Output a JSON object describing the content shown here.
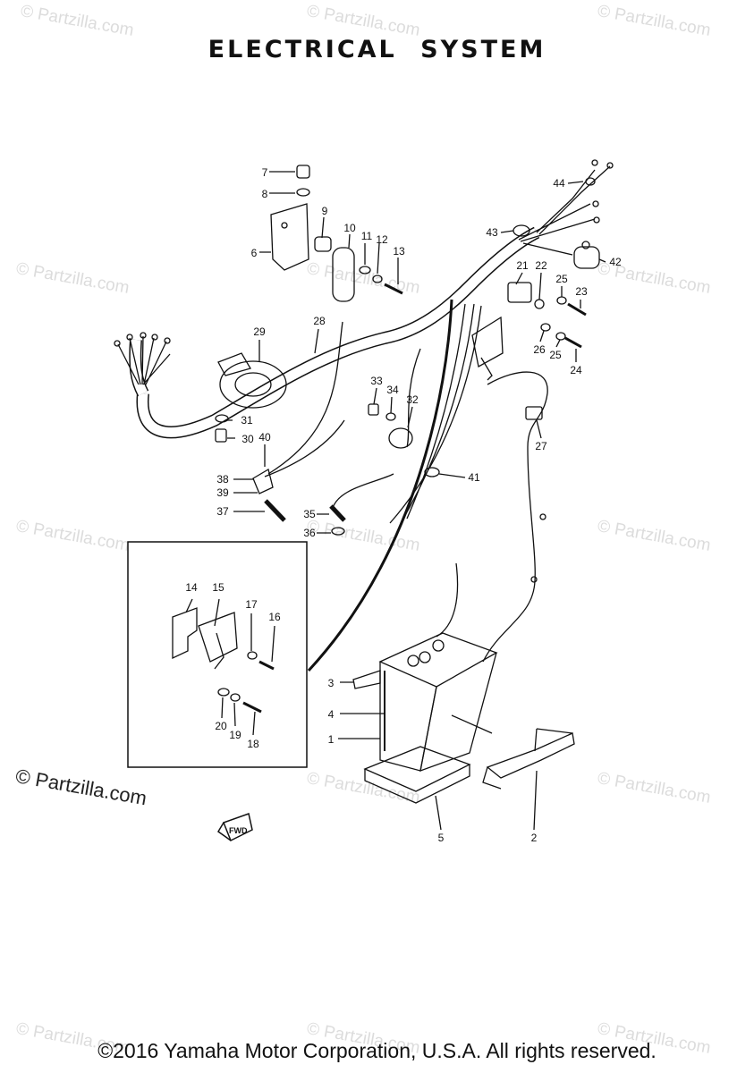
{
  "title": "ELECTRICAL SYSTEM",
  "watermark": "© Partzilla.com",
  "copyright": "©2016 Yamaha Motor Corporation, U.S.A. All rights reserved.",
  "fwd_label": "FWD",
  "callouts": {
    "c1": "1",
    "c2": "2",
    "c3": "3",
    "c4": "4",
    "c5": "5",
    "c6": "6",
    "c7": "7",
    "c8": "8",
    "c9": "9",
    "c10": "10",
    "c11": "11",
    "c12": "12",
    "c13": "13",
    "c14": "14",
    "c15": "15",
    "c16": "16",
    "c17": "17",
    "c18": "18",
    "c19": "19",
    "c20": "20",
    "c21": "21",
    "c22": "22",
    "c23": "23",
    "c24": "24",
    "c25a": "25",
    "c25b": "25",
    "c26": "26",
    "c27": "27",
    "c28": "28",
    "c29": "29",
    "c30": "30",
    "c31": "31",
    "c32": "32",
    "c33": "33",
    "c34": "34",
    "c35": "35",
    "c36": "36",
    "c37": "37",
    "c38": "38",
    "c39": "39",
    "c40": "40",
    "c41": "41",
    "c42": "42",
    "c43": "43",
    "c44": "44"
  }
}
